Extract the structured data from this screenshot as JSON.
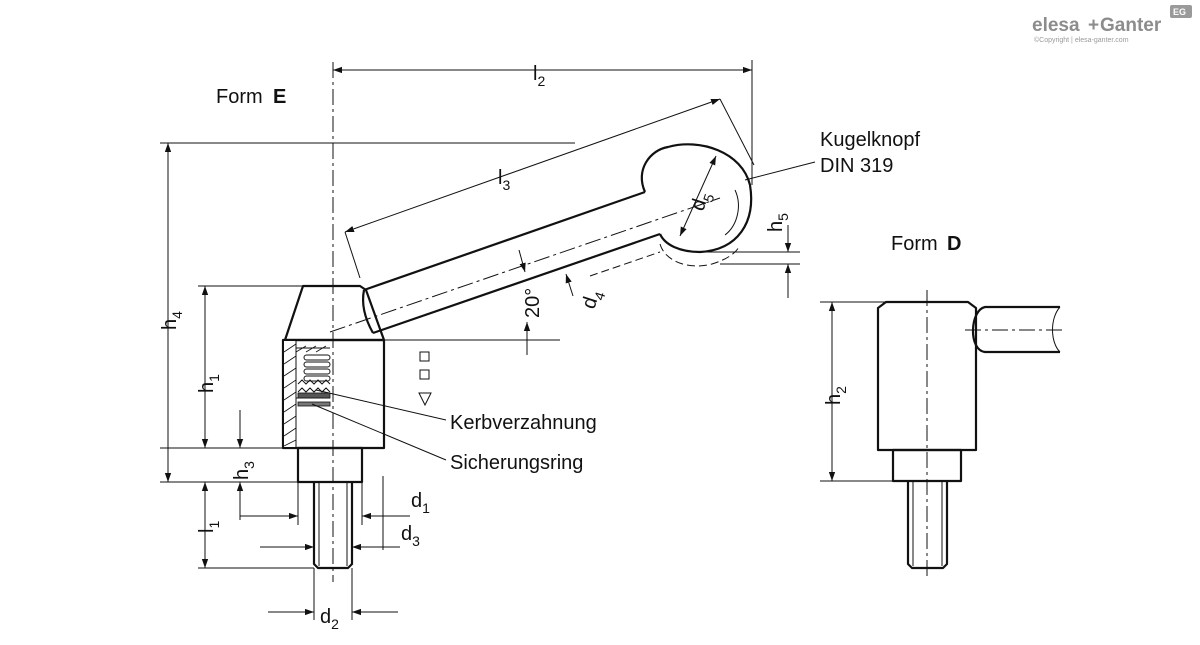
{
  "logo": {
    "brand_a": "elesa",
    "brand_plus": "+",
    "brand_b": "Ganter",
    "badge": "EG",
    "copyright": "©Copyright | elesa-ganter.com"
  },
  "form_e": {
    "prefix": "Form",
    "letter": "E"
  },
  "form_d": {
    "prefix": "Form",
    "letter": "D"
  },
  "callouts": {
    "knob_line1": "Kugelknopf",
    "knob_line2": "DIN 319",
    "serration": "Kerbverzahnung",
    "ring": "Sicherungsring"
  },
  "angle": "20°",
  "dims": {
    "l2": {
      "base": "l",
      "sub": "2"
    },
    "l3": {
      "base": "l",
      "sub": "3"
    },
    "l1": {
      "base": "l",
      "sub": "1"
    },
    "h4": {
      "base": "h",
      "sub": "4"
    },
    "h1": {
      "base": "h",
      "sub": "1"
    },
    "h3": {
      "base": "h",
      "sub": "3"
    },
    "h5": {
      "base": "h",
      "sub": "5"
    },
    "h2": {
      "base": "h",
      "sub": "2"
    },
    "d5": {
      "base": "d",
      "sub": "5"
    },
    "d4": {
      "base": "d",
      "sub": "4"
    },
    "d1": {
      "base": "d",
      "sub": "1"
    },
    "d3": {
      "base": "d",
      "sub": "3"
    },
    "d2": {
      "base": "d",
      "sub": "2"
    }
  }
}
